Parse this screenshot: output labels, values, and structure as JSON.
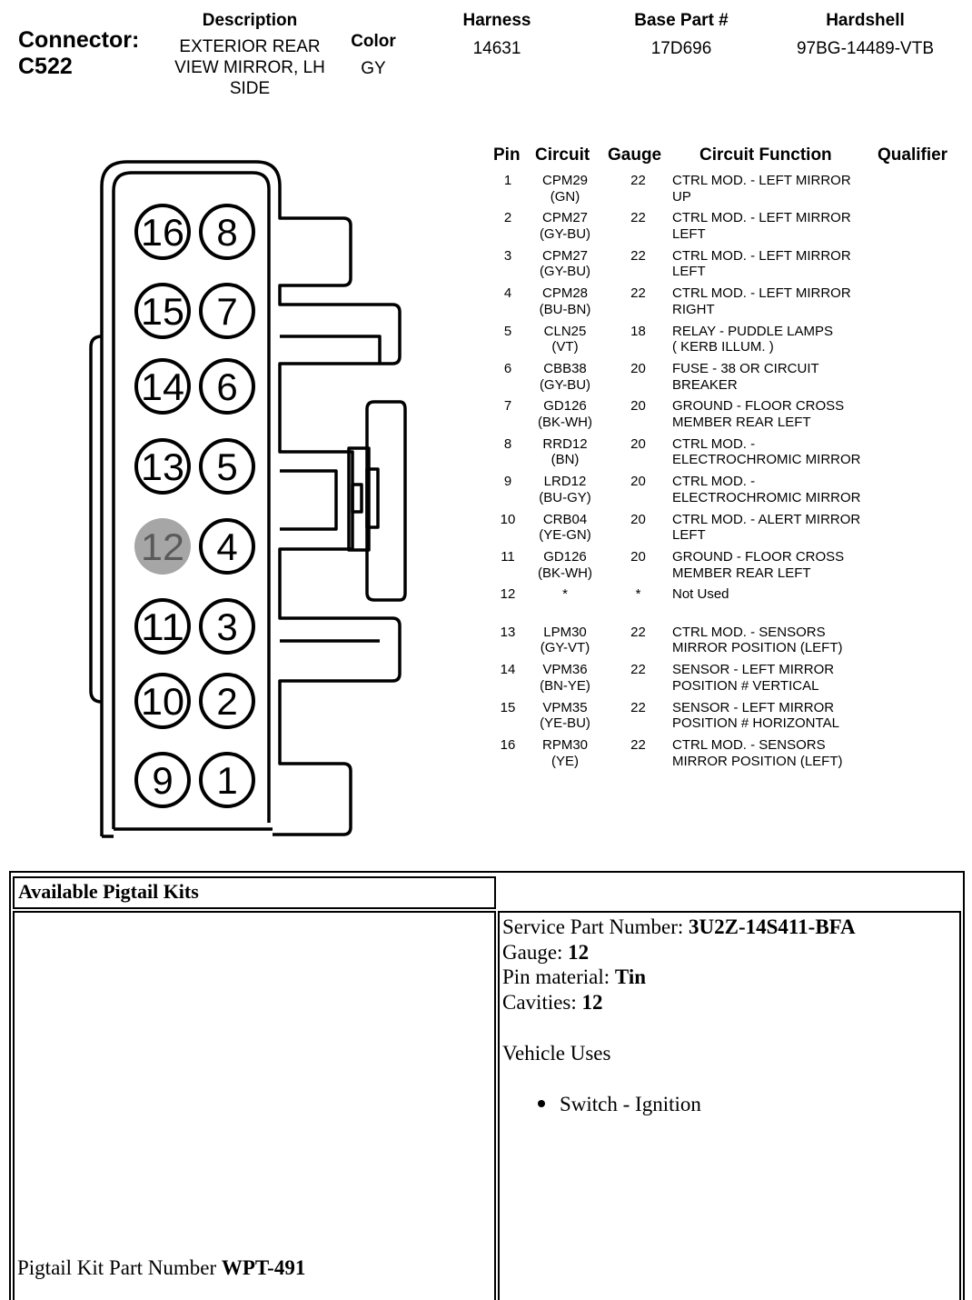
{
  "header": {
    "connector_label": "Connector:",
    "connector_id": "C522",
    "description_label": "Description",
    "description_lines": [
      "EXTERIOR REAR",
      "VIEW MIRROR, LH",
      "SIDE"
    ],
    "color_label": "Color",
    "color_value": "GY",
    "harness_label": "Harness",
    "harness_value": "14631",
    "base_part_label": "Base Part #",
    "base_part_value": "17D696",
    "hardshell_label": "Hardshell",
    "hardshell_value": "97BG-14489-VTB"
  },
  "table": {
    "headers": {
      "pin": "Pin",
      "circuit": "Circuit",
      "gauge": "Gauge",
      "function": "Circuit Function",
      "qualifier": "Qualifier"
    },
    "rows": [
      {
        "pin": "1",
        "circuit": [
          "CPM29",
          "(GN)"
        ],
        "gauge": "22",
        "function": [
          "CTRL MOD. - LEFT MIRROR",
          "UP"
        ]
      },
      {
        "pin": "2",
        "circuit": [
          "CPM27",
          "(GY-BU)"
        ],
        "gauge": "22",
        "function": [
          "CTRL MOD. - LEFT MIRROR",
          "LEFT"
        ]
      },
      {
        "pin": "3",
        "circuit": [
          "CPM27",
          "(GY-BU)"
        ],
        "gauge": "22",
        "function": [
          "CTRL MOD. - LEFT MIRROR",
          "LEFT"
        ]
      },
      {
        "pin": "4",
        "circuit": [
          "CPM28",
          "(BU-BN)"
        ],
        "gauge": "22",
        "function": [
          "CTRL MOD. - LEFT MIRROR",
          "RIGHT"
        ]
      },
      {
        "pin": "5",
        "circuit": [
          "CLN25",
          "(VT)"
        ],
        "gauge": "18",
        "function": [
          "RELAY - PUDDLE LAMPS",
          "( KERB ILLUM. )"
        ]
      },
      {
        "pin": "6",
        "circuit": [
          "CBB38",
          "(GY-BU)"
        ],
        "gauge": "20",
        "function": [
          "FUSE - 38 OR CIRCUIT",
          "BREAKER"
        ]
      },
      {
        "pin": "7",
        "circuit": [
          "GD126",
          "(BK-WH)"
        ],
        "gauge": "20",
        "function": [
          "GROUND - FLOOR CROSS",
          "MEMBER REAR LEFT"
        ]
      },
      {
        "pin": "8",
        "circuit": [
          "RRD12",
          "(BN)"
        ],
        "gauge": "20",
        "function": [
          "CTRL MOD. -",
          "ELECTROCHROMIC MIRROR"
        ]
      },
      {
        "pin": "9",
        "circuit": [
          "LRD12",
          "(BU-GY)"
        ],
        "gauge": "20",
        "function": [
          "CTRL MOD. -",
          "ELECTROCHROMIC MIRROR"
        ]
      },
      {
        "pin": "10",
        "circuit": [
          "CRB04",
          "(YE-GN)"
        ],
        "gauge": "20",
        "function": [
          "CTRL MOD. - ALERT MIRROR",
          "LEFT"
        ]
      },
      {
        "pin": "11",
        "circuit": [
          "GD126",
          "(BK-WH)"
        ],
        "gauge": "20",
        "function": [
          "GROUND - FLOOR CROSS",
          "MEMBER REAR LEFT"
        ]
      },
      {
        "pin": "12",
        "circuit": [
          "*"
        ],
        "gauge": "*",
        "function": [
          "Not Used"
        ]
      },
      {
        "pin": "13",
        "circuit": [
          "LPM30",
          "(GY-VT)"
        ],
        "gauge": "22",
        "function": [
          "CTRL MOD. - SENSORS",
          "MIRROR POSITION (LEFT)"
        ]
      },
      {
        "pin": "14",
        "circuit": [
          "VPM36",
          "(BN-YE)"
        ],
        "gauge": "22",
        "function": [
          "SENSOR - LEFT MIRROR",
          "POSITION # VERTICAL"
        ]
      },
      {
        "pin": "15",
        "circuit": [
          "VPM35",
          "(YE-BU)"
        ],
        "gauge": "22",
        "function": [
          "SENSOR - LEFT MIRROR",
          "POSITION # HORIZONTAL"
        ]
      },
      {
        "pin": "16",
        "circuit": [
          "RPM30",
          "(YE)"
        ],
        "gauge": "22",
        "function": [
          "CTRL MOD. - SENSORS",
          "MIRROR POSITION (LEFT)"
        ]
      }
    ]
  },
  "connector": {
    "left_column": [
      "16",
      "15",
      "14",
      "13",
      "12",
      "11",
      "10",
      "9"
    ],
    "right_column": [
      "8",
      "7",
      "6",
      "5",
      "4",
      "3",
      "2",
      "1"
    ],
    "unused_pin": "12",
    "colors": {
      "outline": "#000000",
      "unused_fill": "#a6a6a6"
    }
  },
  "kits": {
    "title": "Available Pigtail Kits",
    "service_part_label": "Service Part Number:",
    "service_part_value": "3U2Z-14S411-BFA",
    "gauge_label": "Gauge:",
    "gauge_value": "12",
    "pin_material_label": "Pin material:",
    "pin_material_value": "Tin",
    "cavities_label": "Cavities:",
    "cavities_value": "12",
    "vehicle_uses_label": "Vehicle Uses",
    "vehicle_uses": [
      "Switch - Ignition"
    ],
    "pigtail_label": "Pigtail Kit Part Number",
    "pigtail_value": "WPT-491"
  }
}
